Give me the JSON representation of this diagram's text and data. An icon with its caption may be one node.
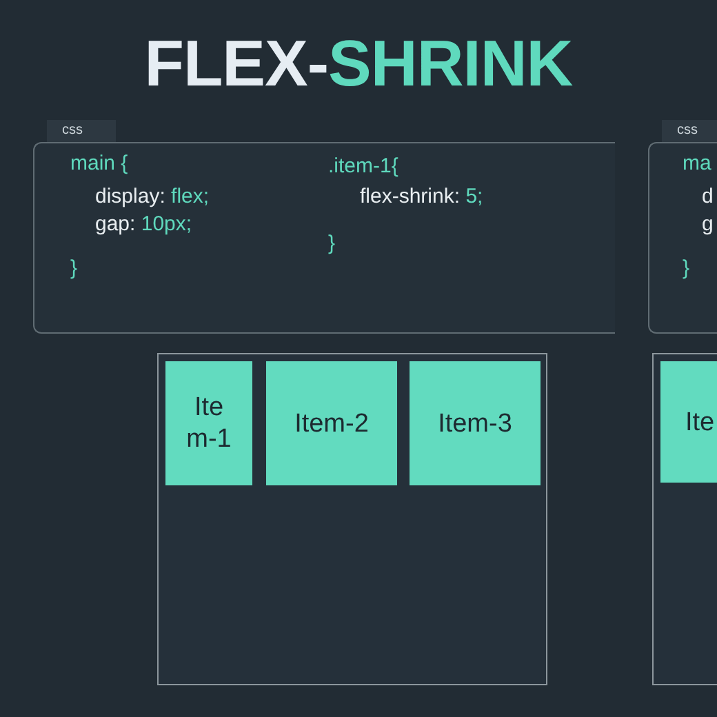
{
  "diagram": {
    "title": "FLEX-SHRINK",
    "nodes": [
      {
        "text": [
          "css",
          "main {",
          "display: flex;",
          "gap: 10px;",
          "}",
          ".item-1{",
          "flex-shrink: 5;",
          "}"
        ]
      },
      {
        "text": [],
        "shape": "box"
      },
      {
        "text": [
          "Item-1"
        ],
        "in": 1
      },
      {
        "text": [
          "Item-2"
        ],
        "in": 1
      },
      {
        "text": [
          "Item-3"
        ],
        "in": 1
      },
      {
        "text": [
          "css",
          "ma",
          "d",
          "g",
          "}"
        ]
      },
      {
        "text": [],
        "shape": "box"
      },
      {
        "text": [
          "Ite"
        ],
        "in": 6
      }
    ]
  }
}
